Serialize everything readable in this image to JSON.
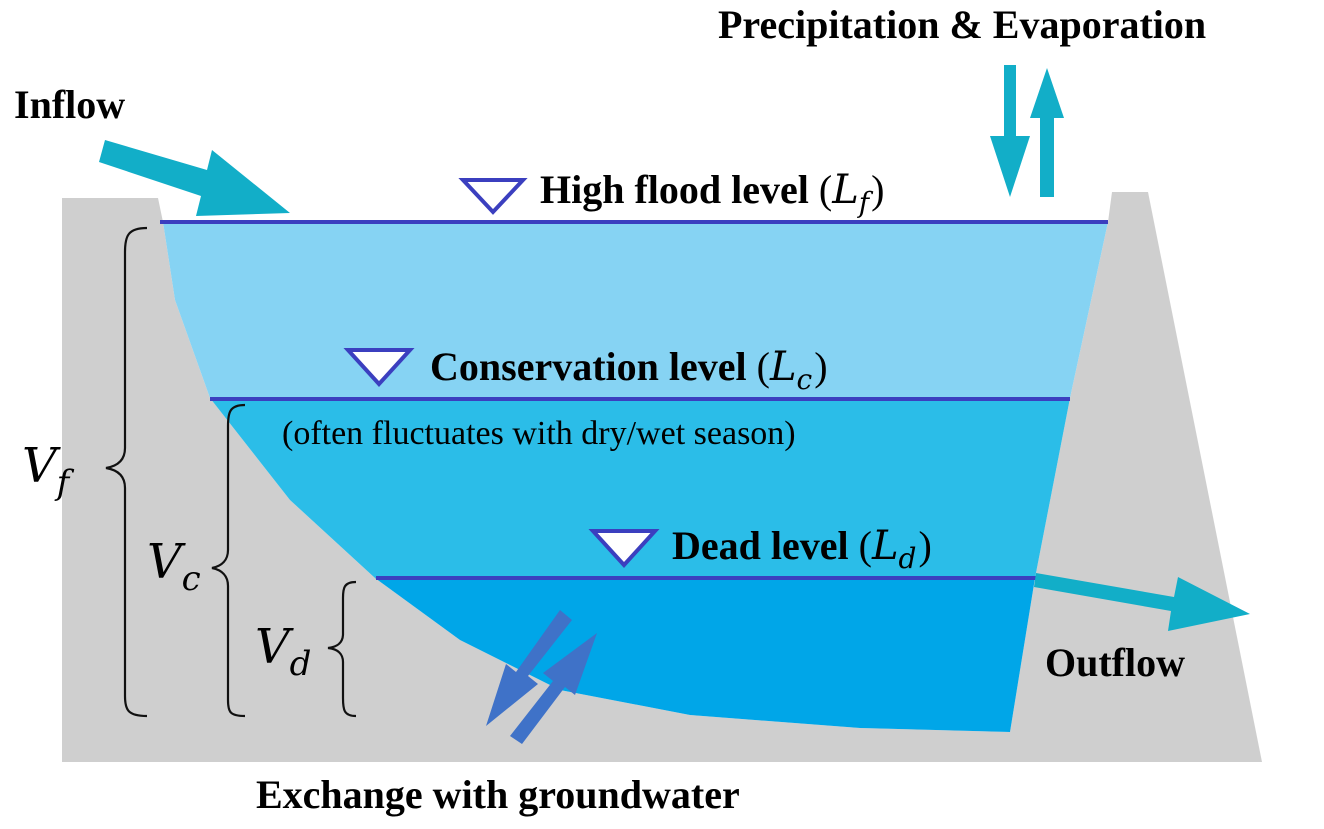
{
  "labels": {
    "precip_evap": "Precipitation & Evaporation",
    "inflow": "Inflow",
    "outflow": "Outflow",
    "groundwater": "Exchange with groundwater",
    "high_flood": "High flood level",
    "high_flood_sym": "L",
    "high_flood_sub": "f",
    "conservation": "Conservation level",
    "conservation_sym": "L",
    "conservation_sub": "c",
    "conservation_note": "(often fluctuates with dry/wet season)",
    "dead": "Dead level",
    "dead_sym": "L",
    "dead_sub": "d",
    "paren_open": "(",
    "paren_close": ")"
  },
  "volumes": {
    "vf_sym": "V",
    "vf_sub": "f",
    "vc_sym": "V",
    "vc_sub": "c",
    "vd_sym": "V",
    "vd_sub": "d"
  },
  "colors": {
    "ground": "#cfcfcf",
    "water_top": "#86d3f3",
    "water_mid": "#2bbde8",
    "water_deep": "#00a6e8",
    "level_line": "#3b3fbf",
    "arrow_teal": "#12aec8",
    "arrow_blue": "#3f72c8"
  }
}
